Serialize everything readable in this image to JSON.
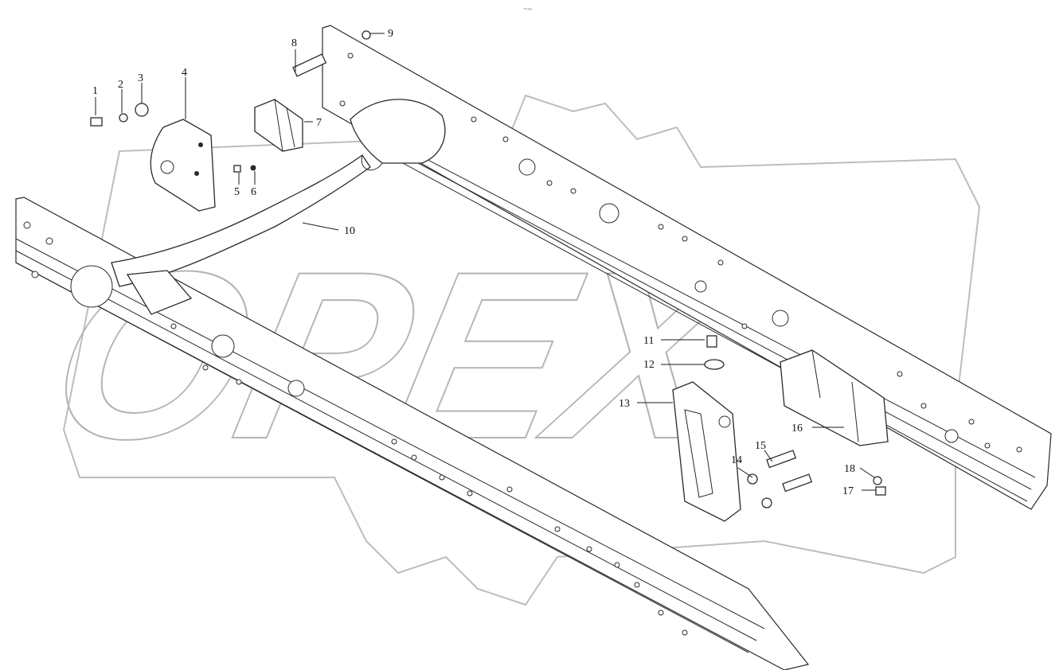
{
  "header": {
    "text": "◦ₙ ₒₒₒ"
  },
  "watermark": {
    "text": "OPEX"
  },
  "callouts": [
    {
      "label": "1"
    },
    {
      "label": "2"
    },
    {
      "label": "3"
    },
    {
      "label": "4"
    },
    {
      "label": "5"
    },
    {
      "label": "6"
    },
    {
      "label": "7"
    },
    {
      "label": "8"
    },
    {
      "label": "9"
    },
    {
      "label": "10"
    },
    {
      "label": "11"
    },
    {
      "label": "12"
    },
    {
      "label": "13"
    },
    {
      "label": "14"
    },
    {
      "label": "15"
    },
    {
      "label": "16"
    },
    {
      "label": "17"
    },
    {
      "label": "18"
    }
  ]
}
